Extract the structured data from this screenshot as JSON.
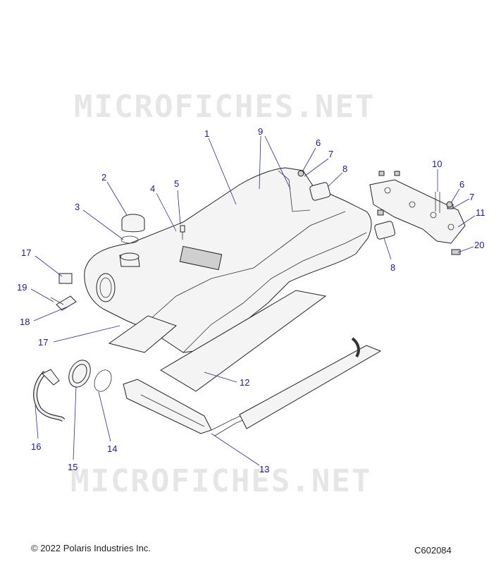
{
  "watermark": "MICROFICHES.NET",
  "footer": {
    "copyright": "© 2022 Polaris Industries Inc.",
    "code": "C602084"
  },
  "callouts": [
    "1",
    "2",
    "3",
    "4",
    "5",
    "6",
    "7",
    "8",
    "9",
    "10",
    "6",
    "7",
    "11",
    "20",
    "8",
    "17",
    "19",
    "18",
    "17",
    "12",
    "16",
    "15",
    "14",
    "13"
  ]
}
